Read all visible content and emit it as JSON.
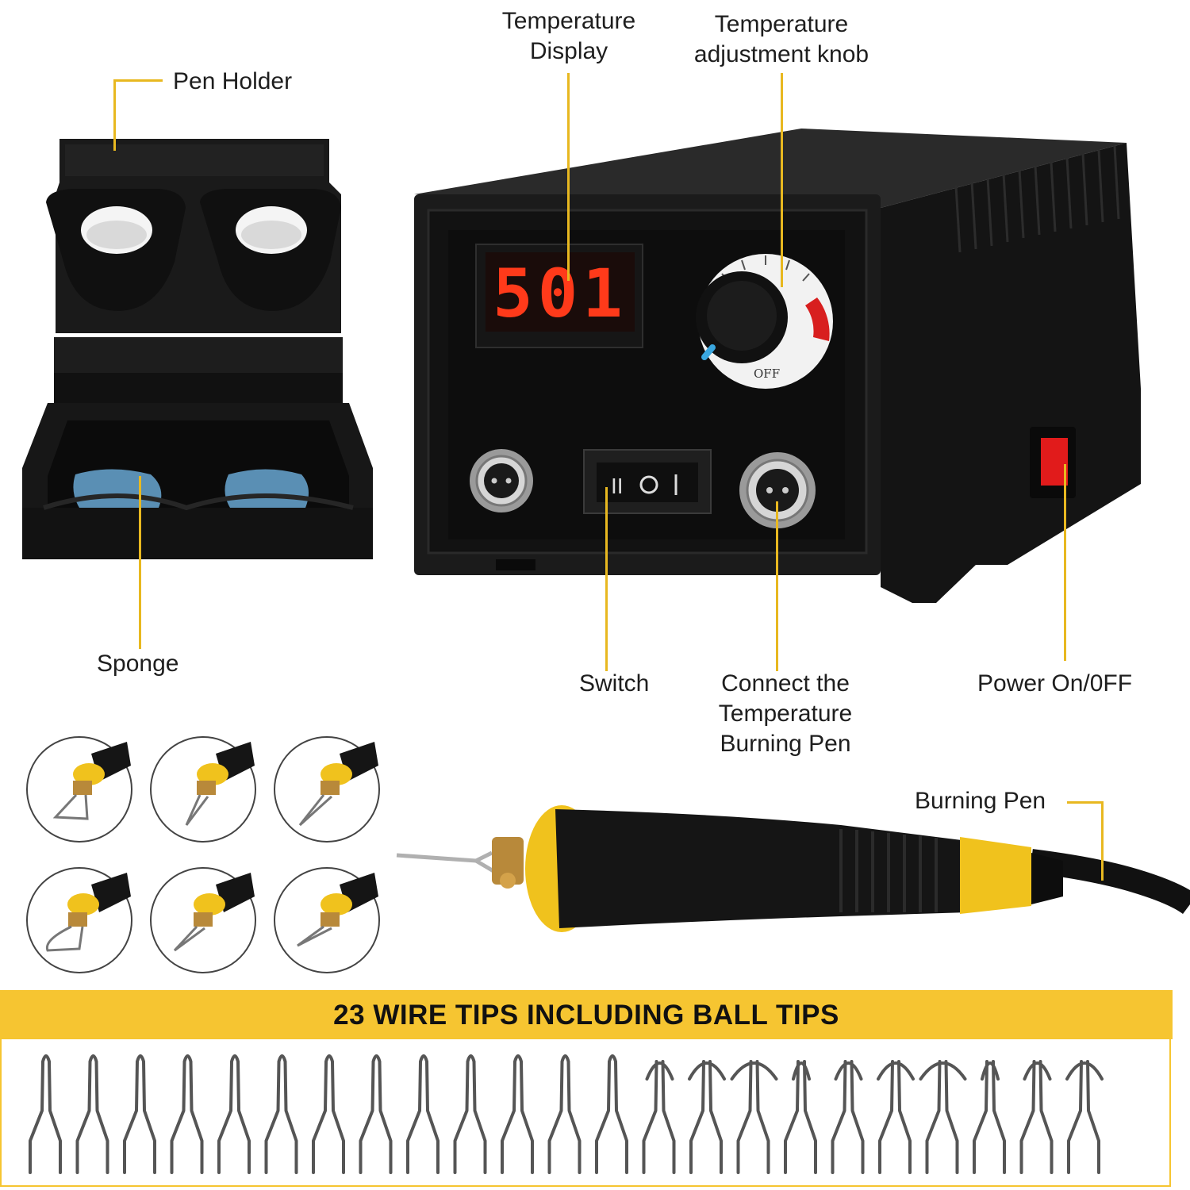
{
  "labels": {
    "pen_holder": "Pen Holder",
    "temp_display": [
      "Temperature",
      "Display"
    ],
    "temp_knob": [
      "Temperature",
      "adjustment knob"
    ],
    "sponge": "Sponge",
    "switch": "Switch",
    "connect_pen": [
      "Connect the",
      "Temperature",
      "Burning Pen"
    ],
    "power": "Power On/0FF",
    "burning_pen": "Burning Pen"
  },
  "display": {
    "reading": "501"
  },
  "knob": {
    "off_label": "OFF"
  },
  "banner": {
    "text": "23 WIRE TIPS INCLUDING BALL TIPS"
  },
  "colors": {
    "accent_yellow": "#f6c531",
    "leader_line": "#e8b820",
    "device_black": "#151515",
    "led_red": "#ff3a1a",
    "power_switch_red": "#e11b1b",
    "sponge_blue": "#5a8fb4"
  },
  "icons": {
    "pen_holder": "pen-holder-stand",
    "device": "wood-burning-station",
    "pen": "burning-pen",
    "tip_circles": 6,
    "wire_tips": 23
  }
}
